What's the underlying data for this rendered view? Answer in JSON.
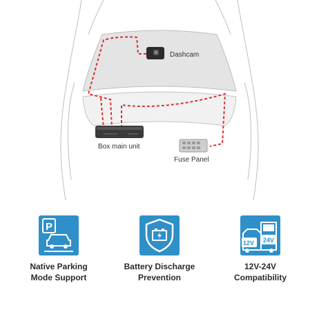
{
  "diagram": {
    "labels": {
      "dashcam": "Dashcam",
      "box_main_unit": "Box main unit",
      "fuse_panel": "Fuse Panel"
    },
    "wire_color": "#d93030"
  },
  "features": [
    {
      "icon": "parking-car-icon",
      "line1": "Native Parking",
      "line2": "Mode Support"
    },
    {
      "icon": "battery-shield-icon",
      "line1": "Battery Discharge",
      "line2": "Prevention"
    },
    {
      "icon": "voltage-vehicles-icon",
      "line1": "12V-24V",
      "line2": "Compatibility",
      "badge_12v": "12V",
      "badge_24v": "24V"
    }
  ],
  "colors": {
    "accent": "#2f8fc8",
    "text": "#2a2a2a"
  }
}
